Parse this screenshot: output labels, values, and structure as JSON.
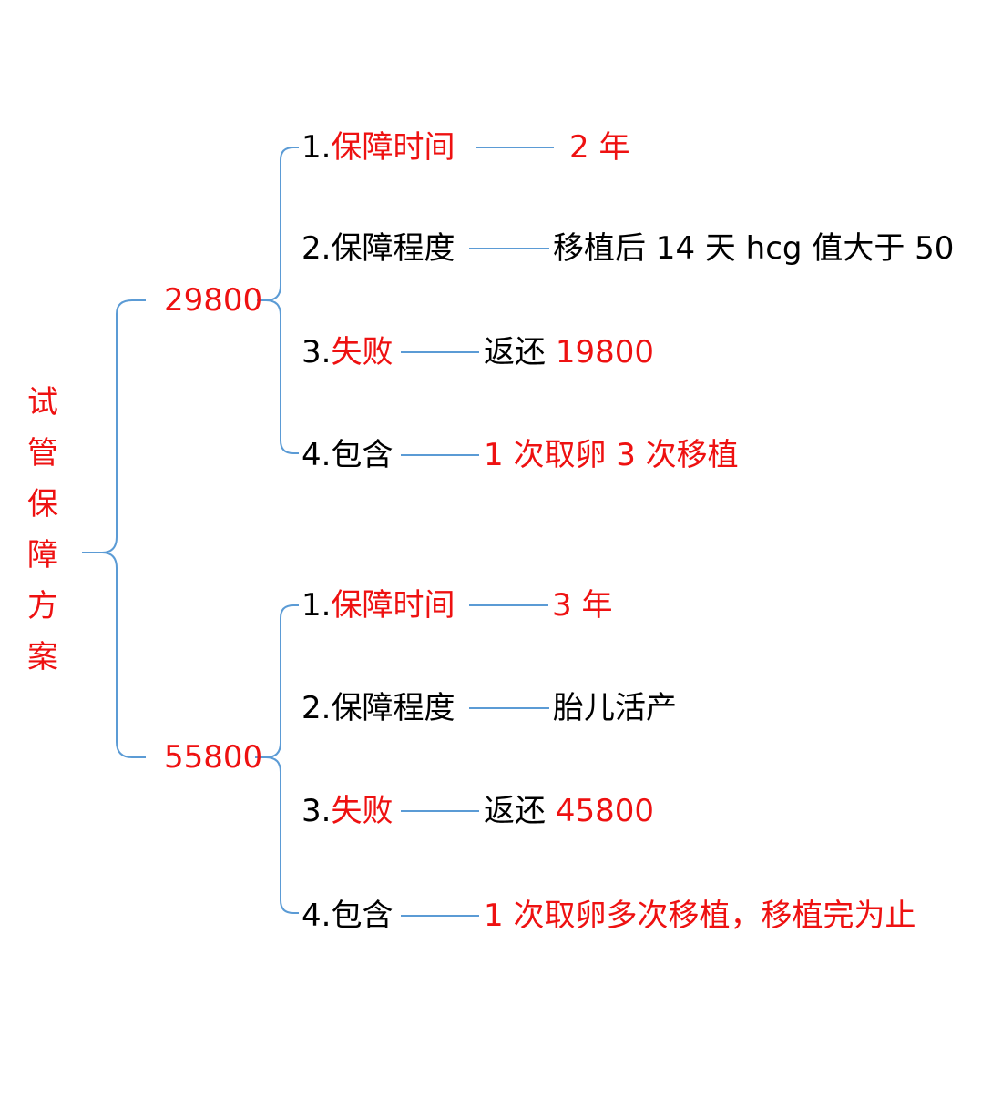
{
  "colors": {
    "highlight": "#ee1111",
    "text": "#000000",
    "connector": "#5b9bd5"
  },
  "root": {
    "chars": [
      "试",
      "管",
      "保",
      "障",
      "方",
      "案"
    ]
  },
  "plans": [
    {
      "price": "29800",
      "items": [
        {
          "num": "1.",
          "label": "保障时间",
          "value_black": "",
          "value_red": "2 年"
        },
        {
          "num": "2.",
          "label": "保障程度",
          "value_black": "移植后 14 天 hcg 值大于 50",
          "value_red": ""
        },
        {
          "num": "3.",
          "label": "失败",
          "value_black": "返还 ",
          "value_red": "19800"
        },
        {
          "num": "4.",
          "label": "包含",
          "value_black": "",
          "value_red": "1 次取卵 3 次移植"
        }
      ]
    },
    {
      "price": "55800",
      "items": [
        {
          "num": "1.",
          "label": "保障时间",
          "value_black": "",
          "value_red": "3 年"
        },
        {
          "num": "2.",
          "label": "保障程度",
          "value_black": "胎儿活产",
          "value_red": ""
        },
        {
          "num": "3.",
          "label": "失败",
          "value_black": "返还 ",
          "value_red": "45800"
        },
        {
          "num": "4.",
          "label": "包含",
          "value_black": "",
          "value_red": "1 次取卵多次移植，移植完为止"
        }
      ]
    }
  ]
}
